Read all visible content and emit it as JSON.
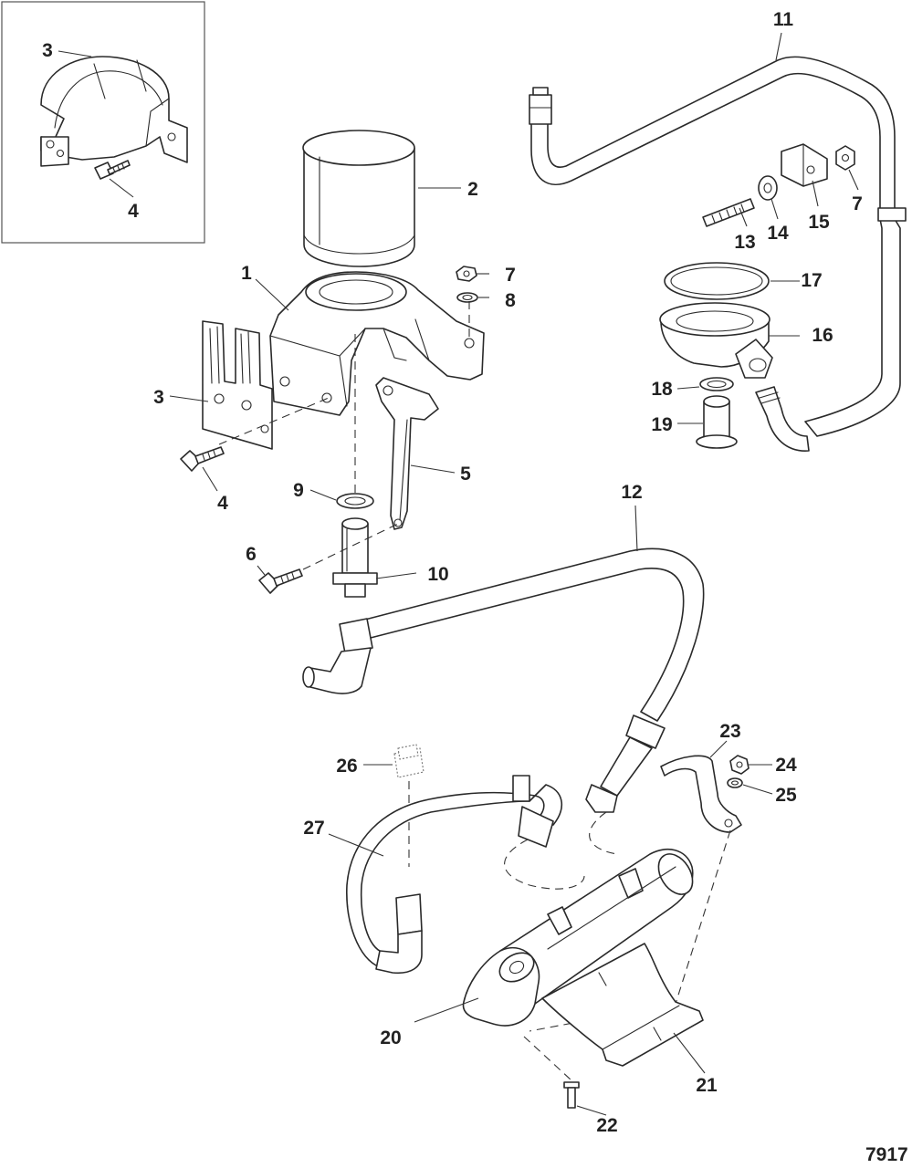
{
  "figure_number": "7917",
  "callouts": {
    "c1": "1",
    "c2": "2",
    "c3a": "3",
    "c3b": "3",
    "c4a": "4",
    "c4b": "4",
    "c5": "5",
    "c6": "6",
    "c7a": "7",
    "c7b": "7",
    "c8": "8",
    "c9": "9",
    "c10": "10",
    "c11": "11",
    "c12": "12",
    "c13": "13",
    "c14": "14",
    "c15": "15",
    "c16": "16",
    "c17": "17",
    "c18": "18",
    "c19": "19",
    "c20": "20",
    "c21": "21",
    "c22": "22",
    "c23": "23",
    "c24": "24",
    "c25": "25",
    "c26": "26",
    "c27": "27"
  }
}
